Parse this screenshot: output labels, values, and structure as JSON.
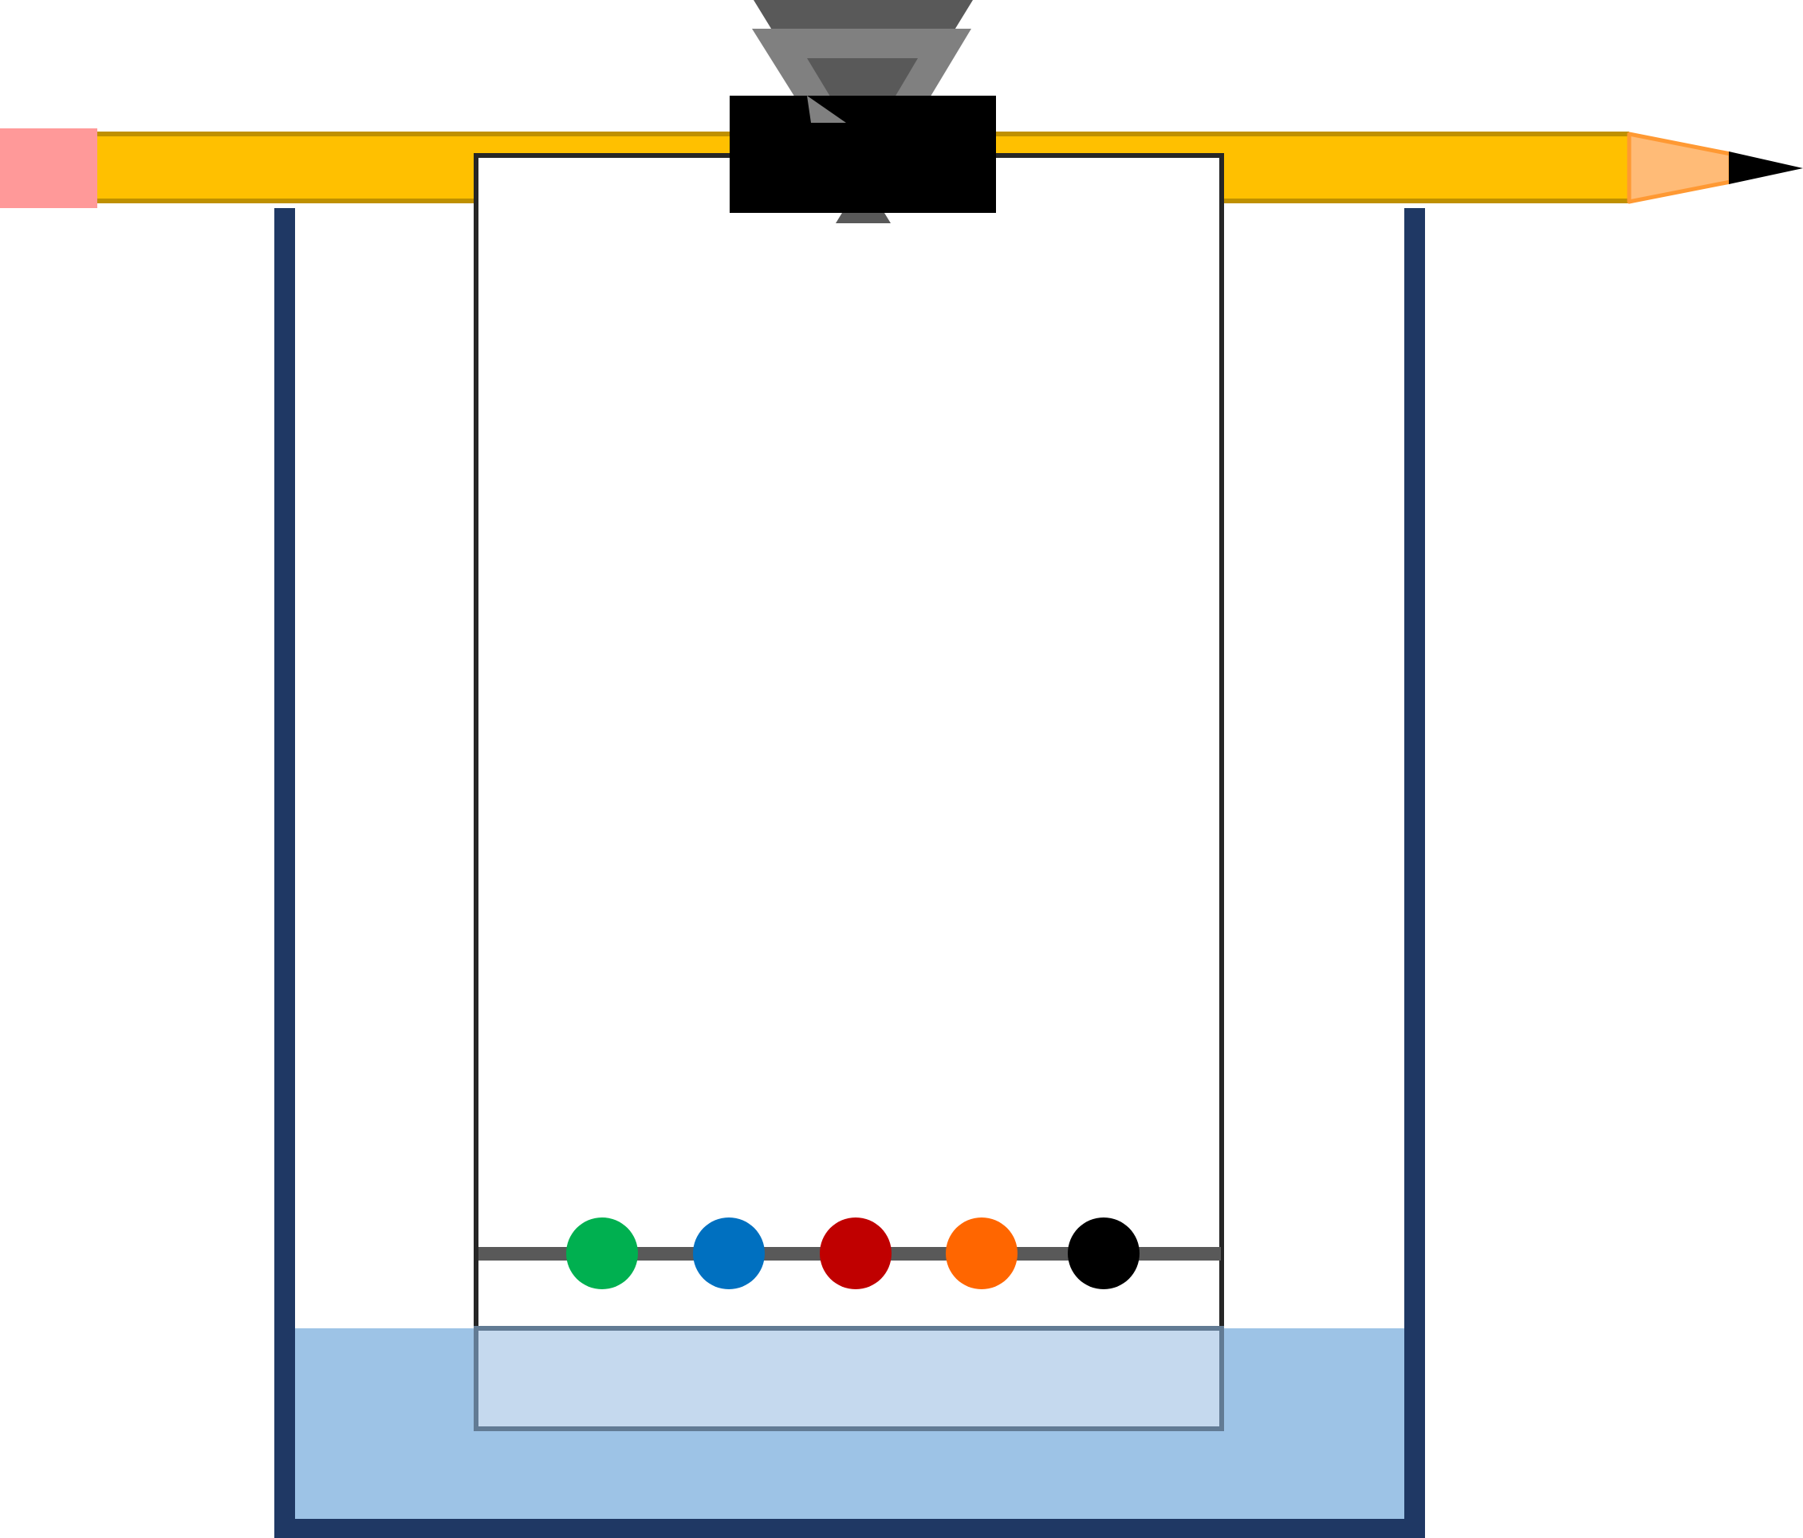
{
  "diagram": {
    "title": "",
    "colors": {
      "background": "#ffffff",
      "beaker_wall": "#1f3864",
      "solvent": "#9dc3e6",
      "solvent_over_paper": "#c5d9ee",
      "paper_border": "#262626",
      "baseline": "#595959",
      "pencil_body": "#ffc000",
      "pencil_edge": "#bf9000",
      "pencil_eraser": "#ff9999",
      "pencil_wood": "#ffbb77",
      "pencil_wood_edge": "#ff9933",
      "pencil_lead": "#000000",
      "clip_body": "#000000",
      "clip_handle_back": "#595959",
      "clip_handle_front": "#808080"
    },
    "spots": [
      {
        "name": "green",
        "color": "#00b050"
      },
      {
        "name": "blue",
        "color": "#0070c0"
      },
      {
        "name": "red",
        "color": "#c00000"
      },
      {
        "name": "orange",
        "color": "#ff6600"
      },
      {
        "name": "black",
        "color": "#000000"
      }
    ],
    "icons": {
      "pencil": "pencil-icon",
      "clip": "binder-clip-icon",
      "beaker": "beaker-icon",
      "paper": "chromatography-paper"
    }
  }
}
